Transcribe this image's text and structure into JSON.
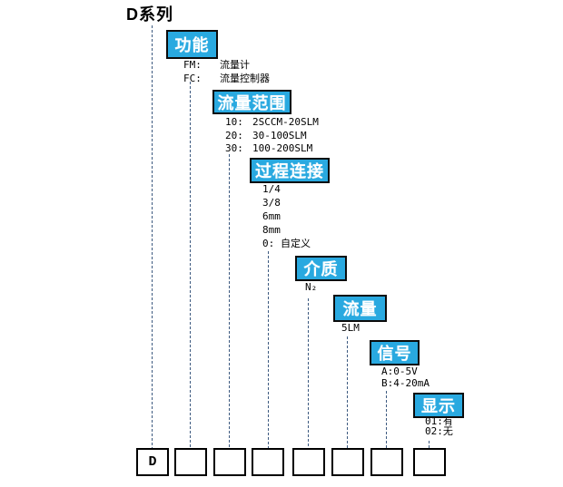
{
  "title": "D系列",
  "colors": {
    "box_fill": "#29A9E0",
    "box_border": "#0B0B0B",
    "box_text": "#FFFFFF",
    "line": "#3D5A80",
    "text": "#000000"
  },
  "columns": [
    {
      "id": "function",
      "label": "功能",
      "options": [
        {
          "code": "FM:",
          "desc": "流量计"
        },
        {
          "code": "FC:",
          "desc": "流量控制器"
        }
      ]
    },
    {
      "id": "flow-range",
      "label": "流量范围",
      "options": [
        {
          "code": "10:",
          "desc": "2SCCM-20SLM"
        },
        {
          "code": "20:",
          "desc": "30-100SLM"
        },
        {
          "code": "30:",
          "desc": "100-200SLM"
        }
      ]
    },
    {
      "id": "process-connection",
      "label": "过程连接",
      "options": [
        {
          "code": "1/4",
          "desc": ""
        },
        {
          "code": "3/8",
          "desc": ""
        },
        {
          "code": "6mm",
          "desc": ""
        },
        {
          "code": "8mm",
          "desc": ""
        },
        {
          "code": "0:",
          "desc": "自定义"
        }
      ]
    },
    {
      "id": "medium",
      "label": "介质",
      "options": [
        {
          "code": "N₂",
          "desc": ""
        }
      ]
    },
    {
      "id": "flow",
      "label": "流量",
      "options": [
        {
          "code": "5LM",
          "desc": ""
        }
      ]
    },
    {
      "id": "signal",
      "label": "信号",
      "options": [
        {
          "code": "A:0-5V",
          "desc": ""
        },
        {
          "code": "B:4-20mA",
          "desc": ""
        }
      ]
    },
    {
      "id": "display",
      "label": "显示",
      "options": [
        {
          "code": "01:有",
          "desc": ""
        },
        {
          "code": "02:无",
          "desc": ""
        }
      ]
    }
  ],
  "code_boxes": [
    "D",
    "",
    "",
    "",
    "",
    "",
    "",
    ""
  ]
}
